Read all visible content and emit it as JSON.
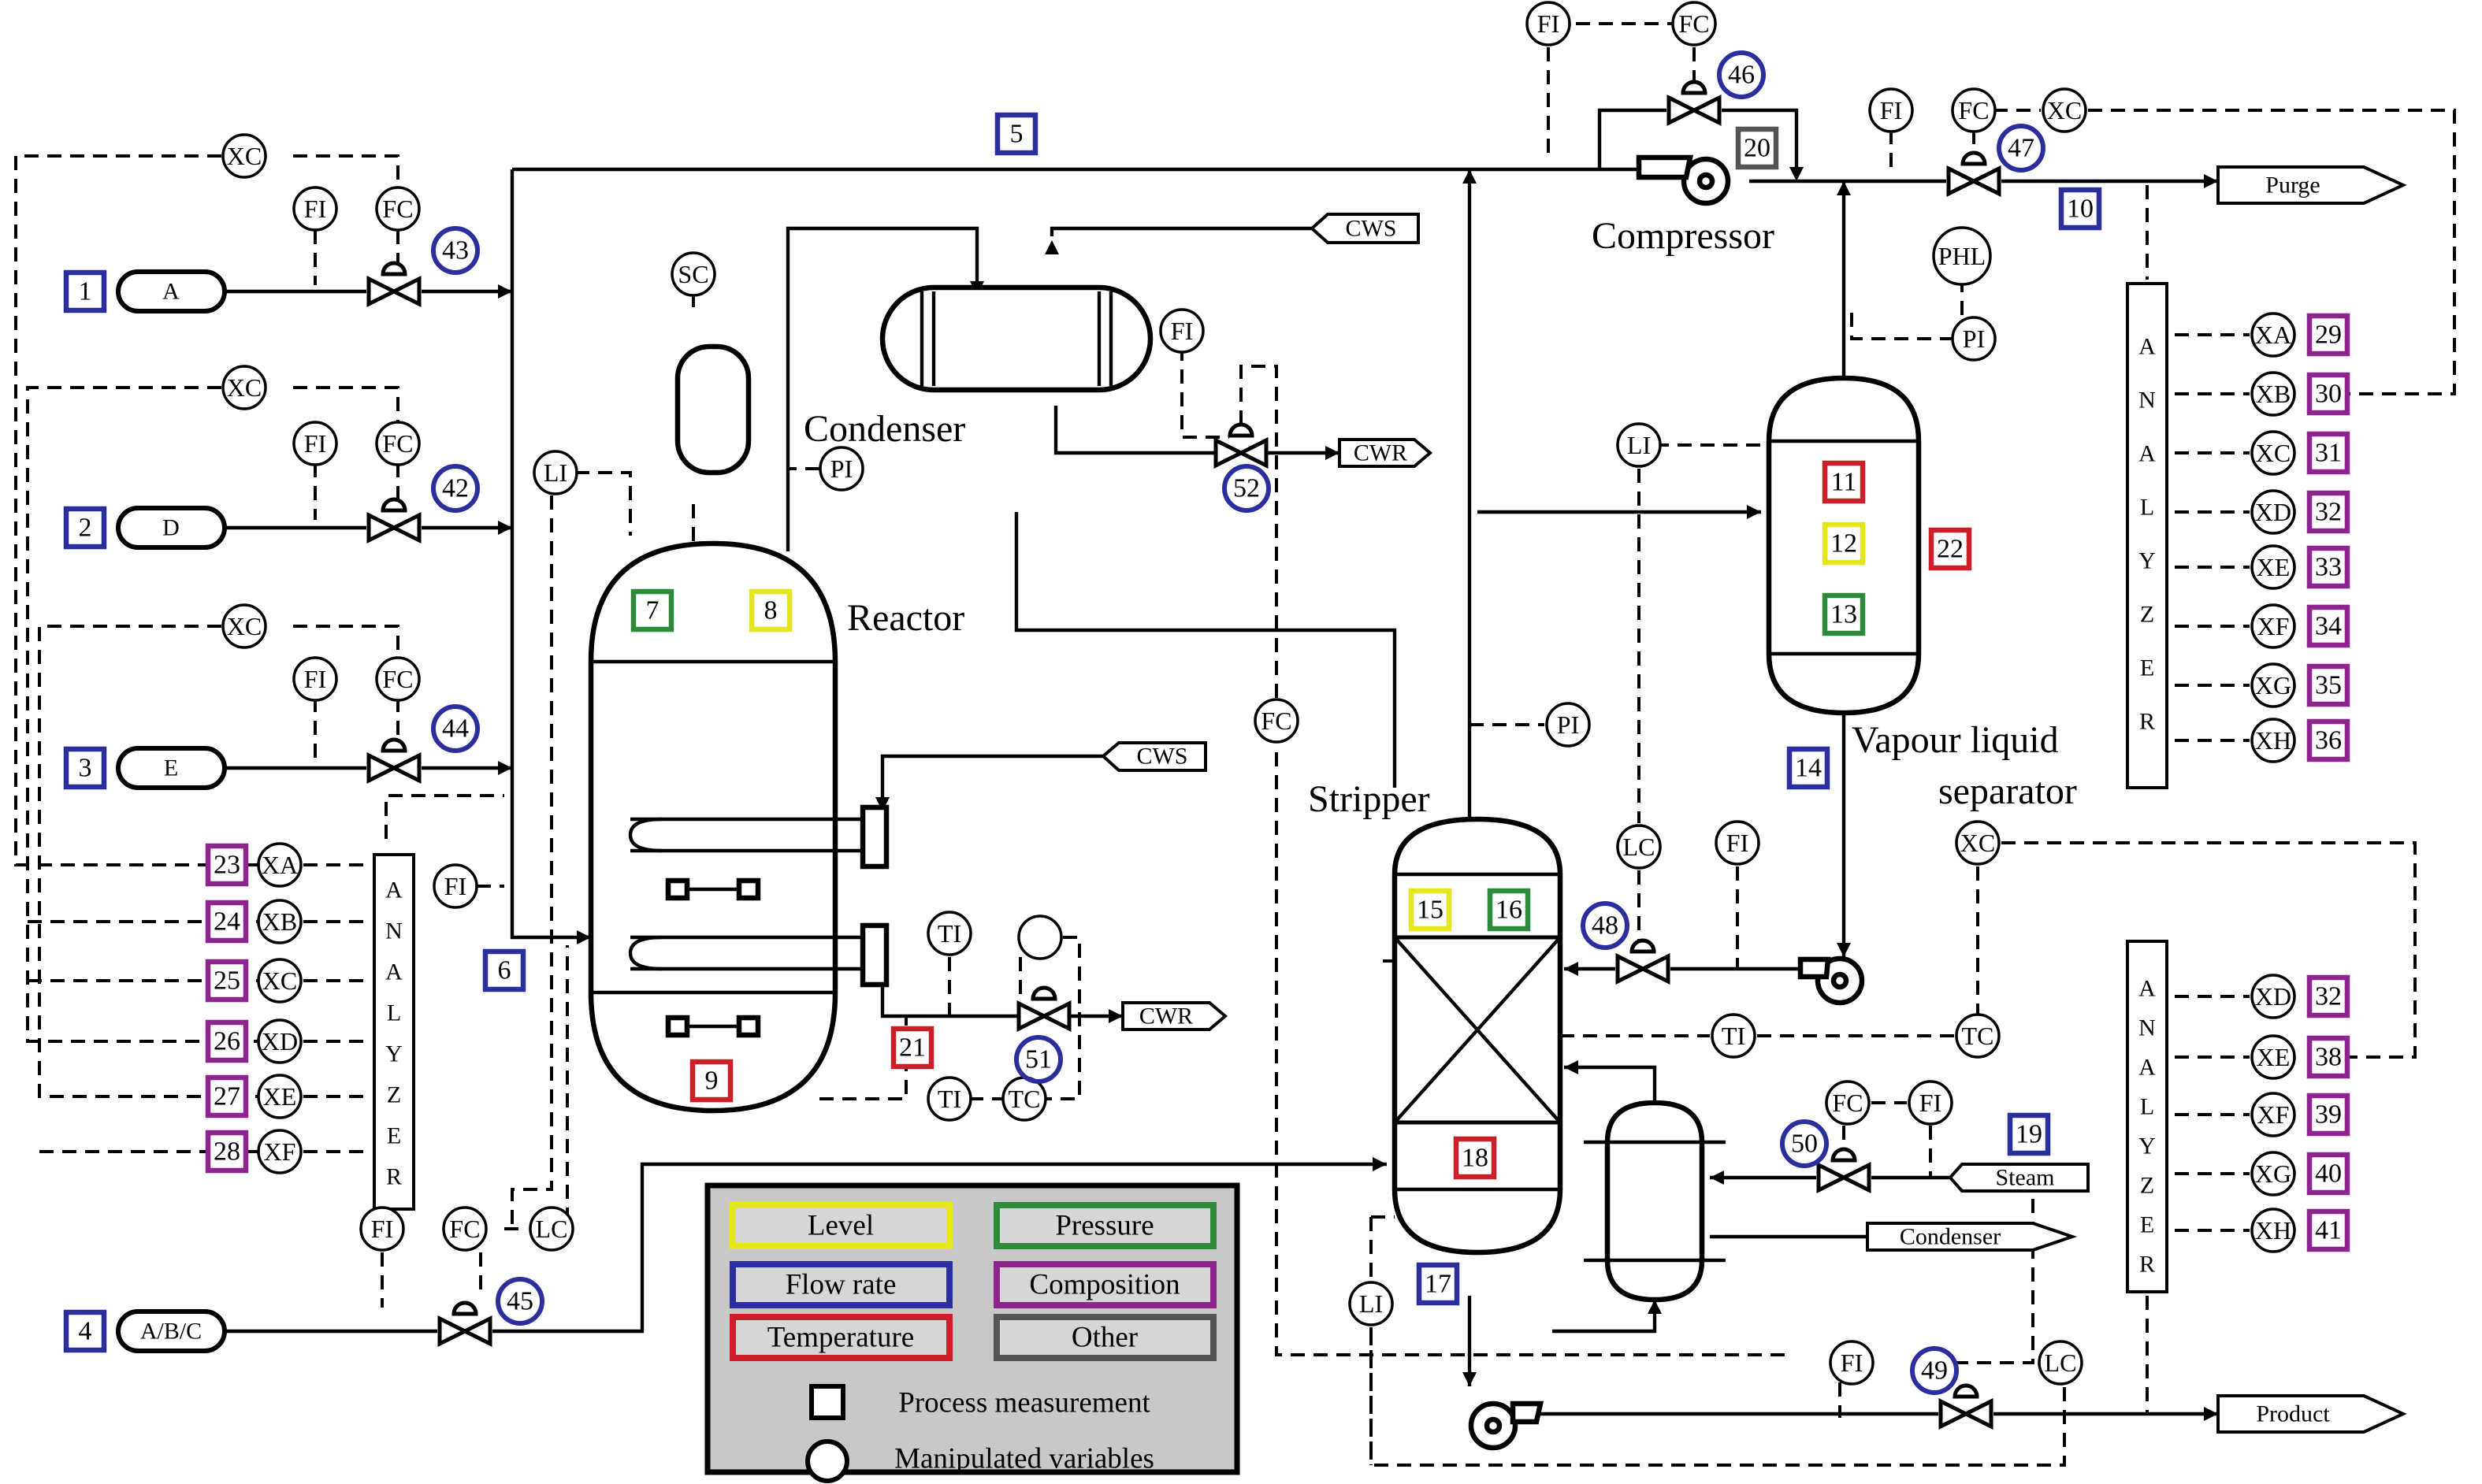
{
  "equipment": {
    "reactor": "Reactor",
    "condenser": "Condenser",
    "compressor": "Compressor",
    "stripper": "Stripper",
    "separator_line1": "Vapour liquid",
    "separator_line2": "separator",
    "analyzer_letters": [
      "A",
      "N",
      "A",
      "L",
      "Y",
      "Z",
      "E",
      "R"
    ]
  },
  "feeds": [
    {
      "stream": "1",
      "label": "A"
    },
    {
      "stream": "2",
      "label": "D"
    },
    {
      "stream": "3",
      "label": "E"
    },
    {
      "stream": "4",
      "label": "A/B/C"
    }
  ],
  "tags": {
    "purge": "Purge",
    "product": "Product",
    "steam": "Steam",
    "condenser_out": "Condenser",
    "cws": "CWS",
    "cwr": "CWR"
  },
  "instruments": {
    "XC": "XC",
    "FI": "FI",
    "FC": "FC",
    "LI": "LI",
    "PI": "PI",
    "SC": "SC",
    "TI": "TI",
    "TC": "TC",
    "LC": "LC",
    "PHL": "PHL",
    "XA": "XA",
    "XB": "XB",
    "XD": "XD",
    "XE": "XE",
    "XF": "XF",
    "XG": "XG",
    "XH": "XH"
  },
  "manipulated_variables": [
    "42",
    "43",
    "44",
    "45",
    "46",
    "47",
    "48",
    "49",
    "50",
    "51",
    "52"
  ],
  "process_measurements": {
    "flow_rate": [
      "1",
      "2",
      "3",
      "4",
      "5",
      "6",
      "10",
      "14",
      "17",
      "19"
    ],
    "level": [
      "8",
      "12",
      "15"
    ],
    "pressure": [
      "7",
      "13",
      "16"
    ],
    "temperature": [
      "9",
      "11",
      "18",
      "21",
      "22"
    ],
    "composition": [
      "23",
      "24",
      "25",
      "26",
      "27",
      "28",
      "29",
      "30",
      "31",
      "32",
      "33",
      "34",
      "35",
      "36",
      "32",
      "38",
      "39",
      "40",
      "41"
    ],
    "other": [
      "20"
    ]
  },
  "legend": {
    "level": "Level",
    "pressure": "Pressure",
    "flow_rate": "Flow rate",
    "composition": "Composition",
    "temperature": "Temperature",
    "other": "Other",
    "process_measurement": "Process measurement",
    "manipulated_variables": "Manipulated variables"
  },
  "colors": {
    "level": "#e6e61e",
    "pressure": "#2e8b3c",
    "flow_rate": "#2b2f9e",
    "composition": "#8e248e",
    "temperature": "#cc1f2a",
    "other": "#555555",
    "legend_background": "#c8c8c8"
  }
}
